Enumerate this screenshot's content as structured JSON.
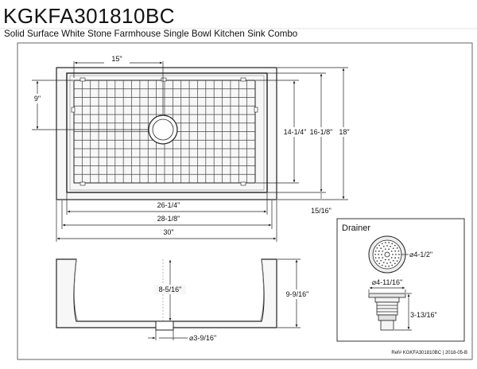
{
  "title": "KGKFA301810BC",
  "subtitle": "Solid Surface White Stone Farmhouse Single Bowl Kitchen Sink Combo",
  "top_view": {
    "dim_grid_width": "15\"",
    "dim_grid_offset": "9\"",
    "dim_grid_depth": "14-1/4\"",
    "dim_bowl_depth": "16-1/8\"",
    "dim_overall_depth": "18\"",
    "dim_apron": "15/16\"",
    "dim_bowl_width": "26-1/4\"",
    "dim_inner_width": "28-1/8\"",
    "dim_overall_width": "30\""
  },
  "front_view": {
    "dim_bowl_height": "8-5/16\"",
    "dim_overall_height": "9-9/16\"",
    "dim_drain_diameter": "⌀3-9/16\""
  },
  "drainer": {
    "heading": "Drainer",
    "dim_strainer_top": "⌀4-1/2\"",
    "dim_flange": "⌀4-11/16\"",
    "dim_height": "3-13/16\""
  },
  "reference": "Ref# KGKFA301810BC | 2018-05-B",
  "colors": {
    "line": "#222222",
    "frame": "#666666",
    "sink_fill": "#f7f7f7"
  }
}
